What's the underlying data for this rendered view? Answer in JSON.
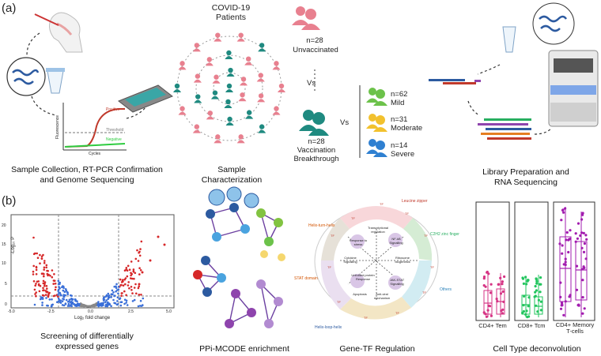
{
  "panel_a": {
    "label": "(a)",
    "patients_title_line1": "COVID-19",
    "patients_title_line2": "Patients",
    "unvaccinated_n": "n=28",
    "unvaccinated_label": "Unvaccinated",
    "vs_label": "Vs",
    "breakthrough_n": "n=28",
    "breakthrough_line1": "Vaccination",
    "breakthrough_line2": "Breakthrough",
    "vs2_label": "Vs",
    "mild_n": "n=62",
    "mild_label": "Mild",
    "moderate_n": "n=31",
    "moderate_label": "Moderate",
    "severe_n": "n=14",
    "severe_label": "Severe",
    "pcr_positive": "Positive",
    "pcr_threshold": "Threshold",
    "pcr_negative": "Negative",
    "pcr_ylabel": "Fluorescence",
    "pcr_xlabel": "Cycles",
    "caption_collection_line1": "Sample Collection, RT-PCR Confirmation",
    "caption_collection_line2": "and Genome Sequencing",
    "caption_characterization_line1": "Sample",
    "caption_characterization_line2": "Characterization",
    "caption_library_line1": "Library Preparation and",
    "caption_library_line2": "RNA Sequencing"
  },
  "panel_b": {
    "label": "(b)",
    "volcano_xlabel": "Log₂ fold change",
    "volcano_ylabel": "-Log₁₀ P",
    "volcano_yticks": [
      "0",
      "5",
      "10",
      "15",
      "20"
    ],
    "volcano_xticks": [
      "-5.0",
      "-2.5",
      "0.0",
      "2.5",
      "5.0"
    ],
    "caption_deg_line1": "Screening of differentially",
    "caption_deg_line2": "expressed genes",
    "caption_ppi": "PPi-MCODE enrichment",
    "caption_gtf": "Gene-TF Regulation",
    "tf_families": {
      "leucine": "Leucine zipper",
      "helix_turn_helix": "Helix-turn-helix",
      "c2h2": "C2H2 zinc finger",
      "stat": "STAT domain",
      "others": "Others",
      "helix_loop_helix": "Helix-loop-helix"
    },
    "tf_node_label": "TF",
    "pathways": {
      "stress": "Response to stress",
      "transcription": "Transcriptional regulation",
      "nfkb": "NF-kB Signalling",
      "cytokine": "Cytokine Signalling",
      "ribosome": "Ribosome biogenesis",
      "unfolded": "Unfolded protein Response",
      "jak": "JAK-STAT Signalling",
      "apoptosis": "Apoptosis",
      "antiviral": "Anti-viral mechanism"
    },
    "celltypes": [
      "CD4+ Tem",
      "CD8+ Tcm",
      "CD4+ Memory T-cells"
    ],
    "caption_deconv": "Cell Type deconvolution",
    "colors": {
      "pink": "#d63384",
      "green": "#22c55e",
      "purple": "#a21caf"
    }
  }
}
